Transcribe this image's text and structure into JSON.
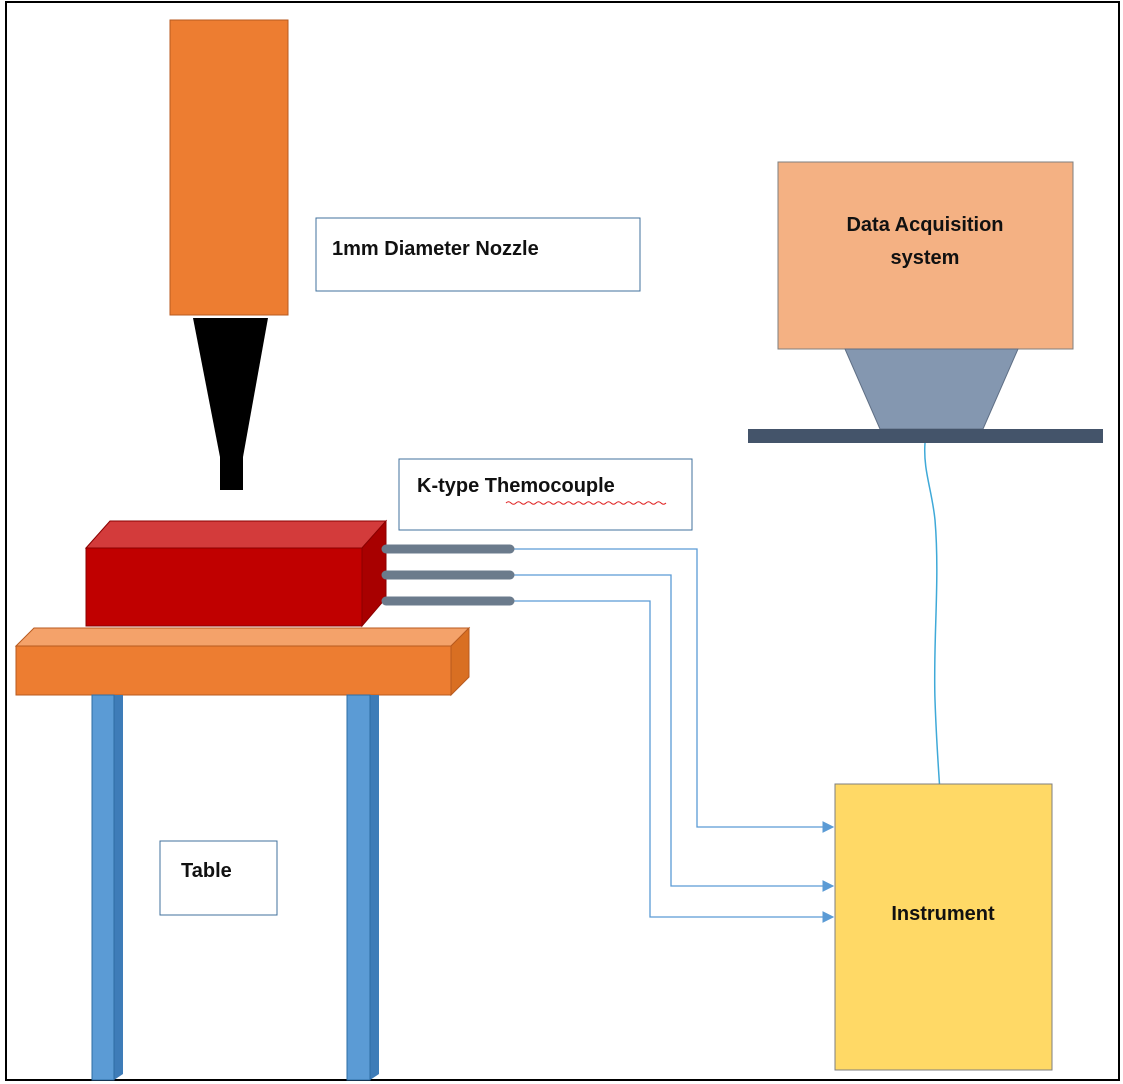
{
  "labels": {
    "nozzle": "1mm Diameter Nozzle",
    "daq_line1": "Data Acquisition",
    "daq_line2": "system",
    "thermocouple_prefix": "K-type ",
    "thermocouple_word": "Themocouple",
    "table": "Table",
    "instrument": "Instrument"
  },
  "colors": {
    "nozzle_body": "#ED7D31",
    "nozzle_tip": "#000000",
    "specimen_front": "#C00000",
    "specimen_top": "#D33B3B",
    "table_top": "#ED7D31",
    "table_legs": "#5B9BD5",
    "daq_box": "#F4B183",
    "daq_stand": "#8497B0",
    "daq_shelf": "#44546A",
    "instrument_box": "#FFD966",
    "probes": "#6B7B8C",
    "wires": "#5B9BD5",
    "spellcheck_underline": "#E02020"
  },
  "icons": {
    "wire_arrowhead": "arrow-right-icon"
  }
}
